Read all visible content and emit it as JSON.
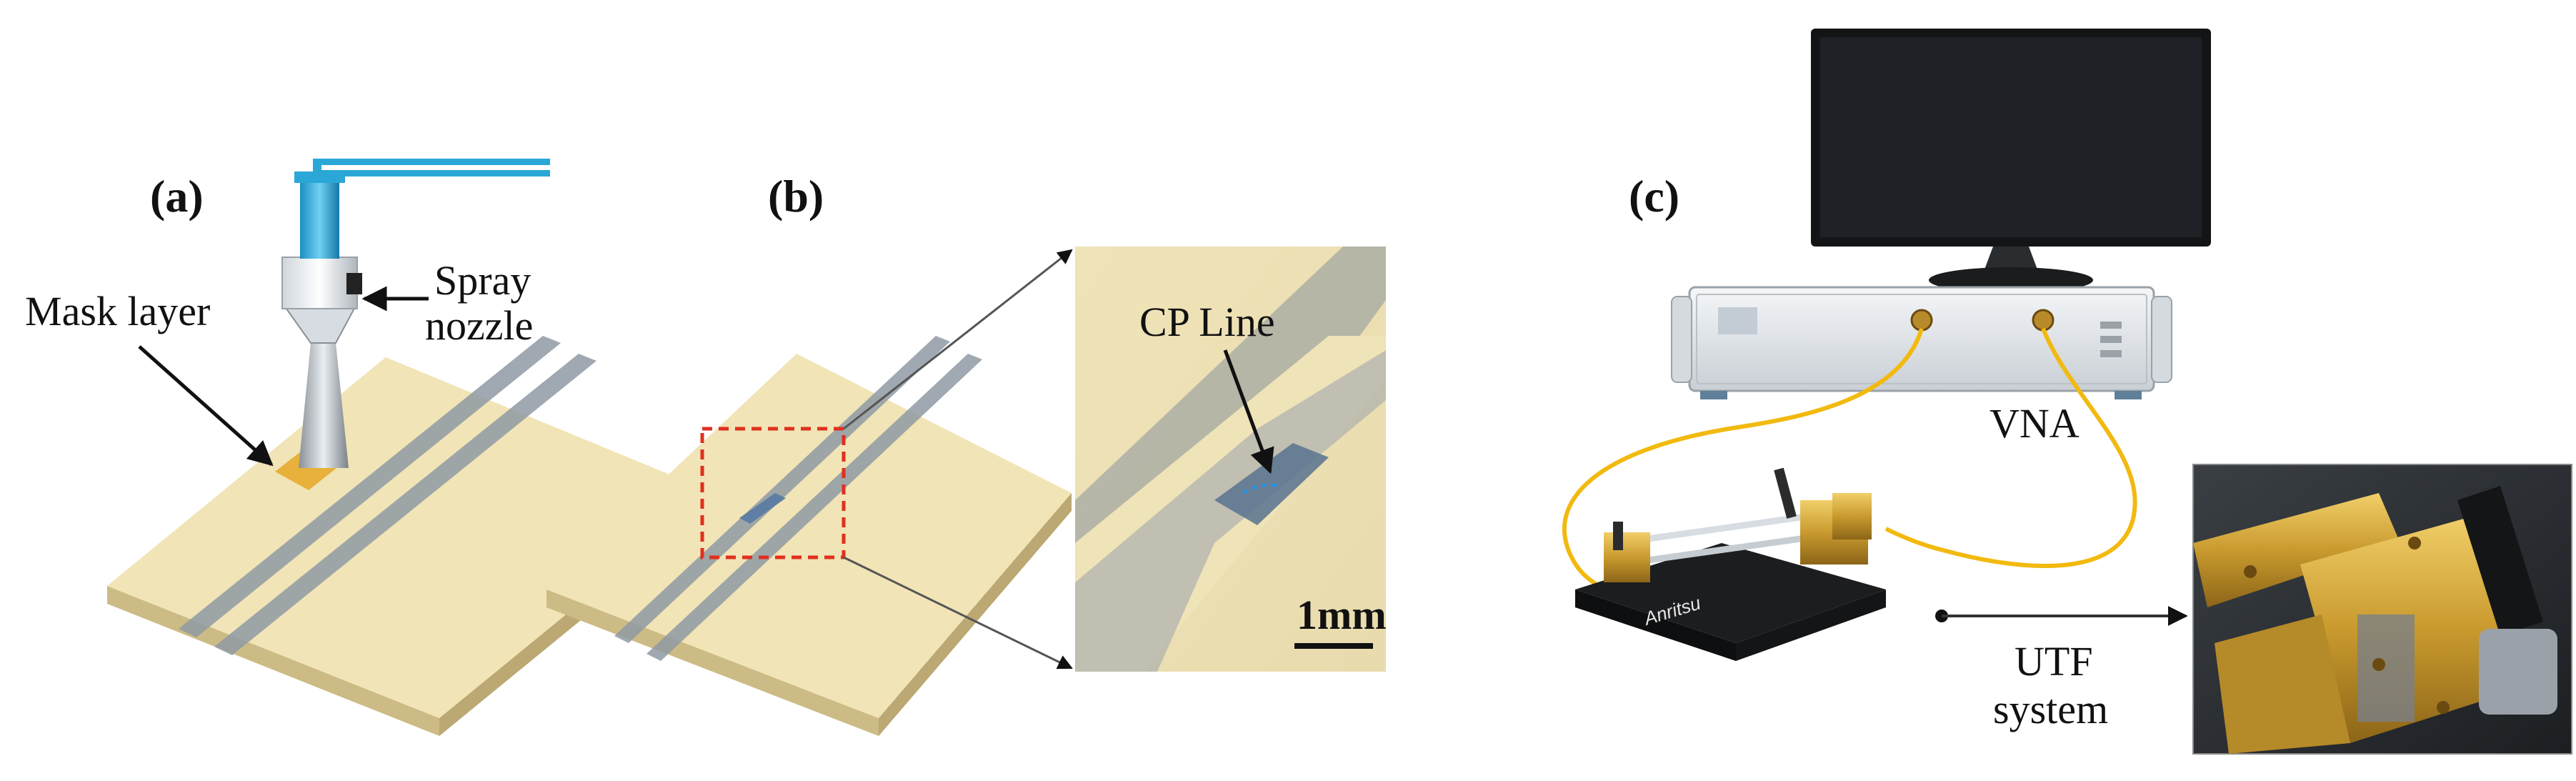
{
  "panels": {
    "a": {
      "label": "(a)",
      "mask_layer": "Mask layer",
      "spray_line1": "Spray",
      "spray_line2": "nozzle"
    },
    "b": {
      "label": "(b)",
      "cp_line": "CP Line",
      "scale_bar": "1mm"
    },
    "c": {
      "label": "(c)",
      "vna": "VNA",
      "utf_line1": "UTF",
      "utf_line2": "system",
      "fixture_brand": "Anritsu"
    }
  },
  "colors": {
    "substrate": "#f1e4b6",
    "substrate_side": "#d9c894",
    "nozzle_blue": "#2aa7d6",
    "gold": "#c99a2e",
    "cable": "#f2b90f",
    "mask_highlight": "#e7b13b",
    "zoom_box": "#e0301e",
    "cp_dash": "#2c8fd8"
  }
}
